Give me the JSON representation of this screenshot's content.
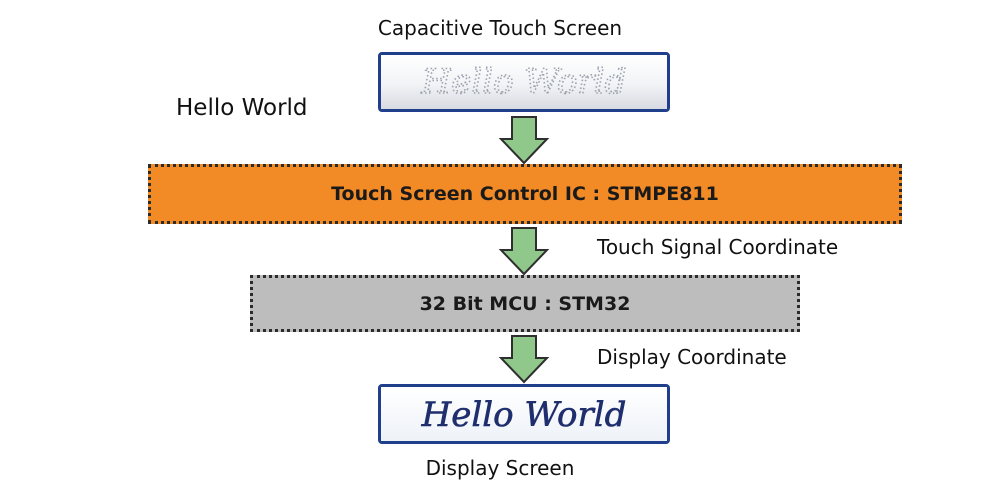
{
  "texts": {
    "capacitive_screen_label": "Capacitive Touch Screen",
    "hello_world_label": "Hello World",
    "control_ic_label": "Touch Screen Control IC : STMPE811",
    "touch_signal_label": "Touch Signal Coordinate",
    "mcu_label": "32 Bit MCU : STM32",
    "display_coordinate_label": "Display Coordinate",
    "display_screen_label": "Display Screen",
    "touch_screen_handwriting": "Hello World",
    "display_screen_handwriting": "Hello World"
  },
  "colors": {
    "screen_border": "#1f3f8c",
    "control_ic_fill": "#f28a26",
    "mcu_fill": "#bdbdbd",
    "arrow_fill": "#8fc88a",
    "arrow_stroke": "#2f2f2f",
    "dotted_text": "#9aa2ad",
    "ink_text": "#1f2f6e"
  },
  "icons": {
    "flow_arrow": "down-arrow-icon"
  }
}
